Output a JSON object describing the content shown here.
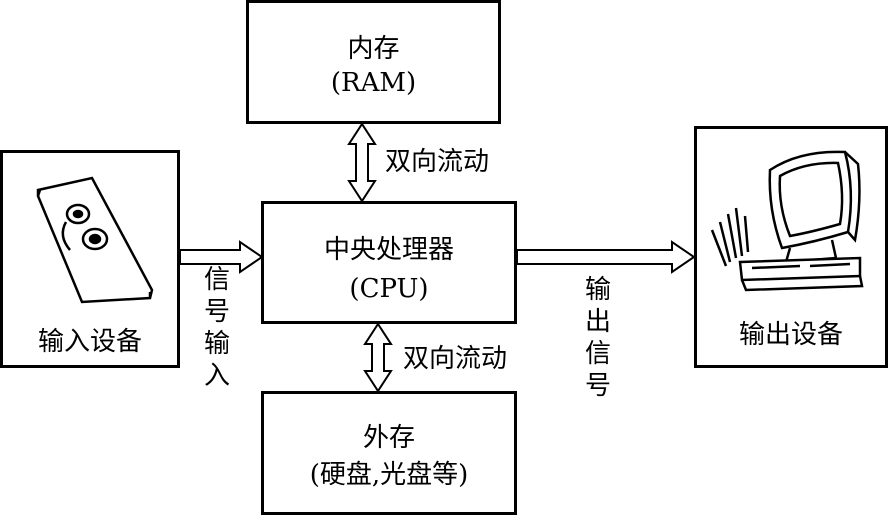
{
  "ram": {
    "title": "内存",
    "subtitle": "(RAM)"
  },
  "cpu": {
    "title": "中央处理器",
    "subtitle": "(CPU)"
  },
  "storage": {
    "title": "外存",
    "subtitle": "(硬盘,光盘等)"
  },
  "input": {
    "label": "输入设备",
    "signal": [
      "信",
      "号",
      "输",
      "入"
    ]
  },
  "output": {
    "label": "输出设备",
    "signal": [
      "输",
      "出",
      "信",
      "号"
    ]
  },
  "links": {
    "ram_cpu": "双向流动",
    "cpu_storage": "双向流动"
  }
}
